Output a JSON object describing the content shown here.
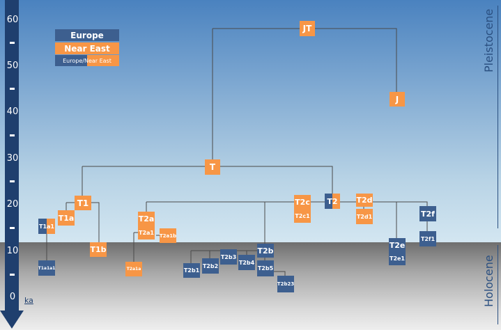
{
  "axis": {
    "unit": "ka",
    "ticks": [
      "60",
      "50",
      "40",
      "30",
      "20",
      "10",
      "0"
    ]
  },
  "eras": {
    "upper": "Pleistocene",
    "lower": "Holocene"
  },
  "legend": {
    "europe": "Europe",
    "near_east": "Near East",
    "both": "Europe/Near East"
  },
  "colors": {
    "europe": "#3d5f8f",
    "near_east": "#f79646",
    "axis": "#1f3f6e"
  },
  "nodes": {
    "JT": "JT",
    "J": "J",
    "T": "T",
    "T1": "T1",
    "T1a": "T1a",
    "T1a1": "T1a1",
    "T1a1a1": "T1a1a1",
    "T1b": "T1b",
    "T2": "T2",
    "T2a": "T2a",
    "T2a1": "T2a1",
    "T2a1b": "T2a1b",
    "T2a1a": "T2a1a",
    "T2b": "T2b",
    "T2b1": "T2b1",
    "T2b2": "T2b2",
    "T2b3": "T2b3",
    "T2b4": "T2b4",
    "T2b5": "T2b5",
    "T2b23": "T2b23",
    "T2c": "T2c",
    "T2c1": "T2c1",
    "T2d": "T2d",
    "T2d1": "T2d1",
    "T2e": "T2e",
    "T2e1": "T2e1",
    "T2f": "T2f",
    "T2f1": "T2f1"
  }
}
